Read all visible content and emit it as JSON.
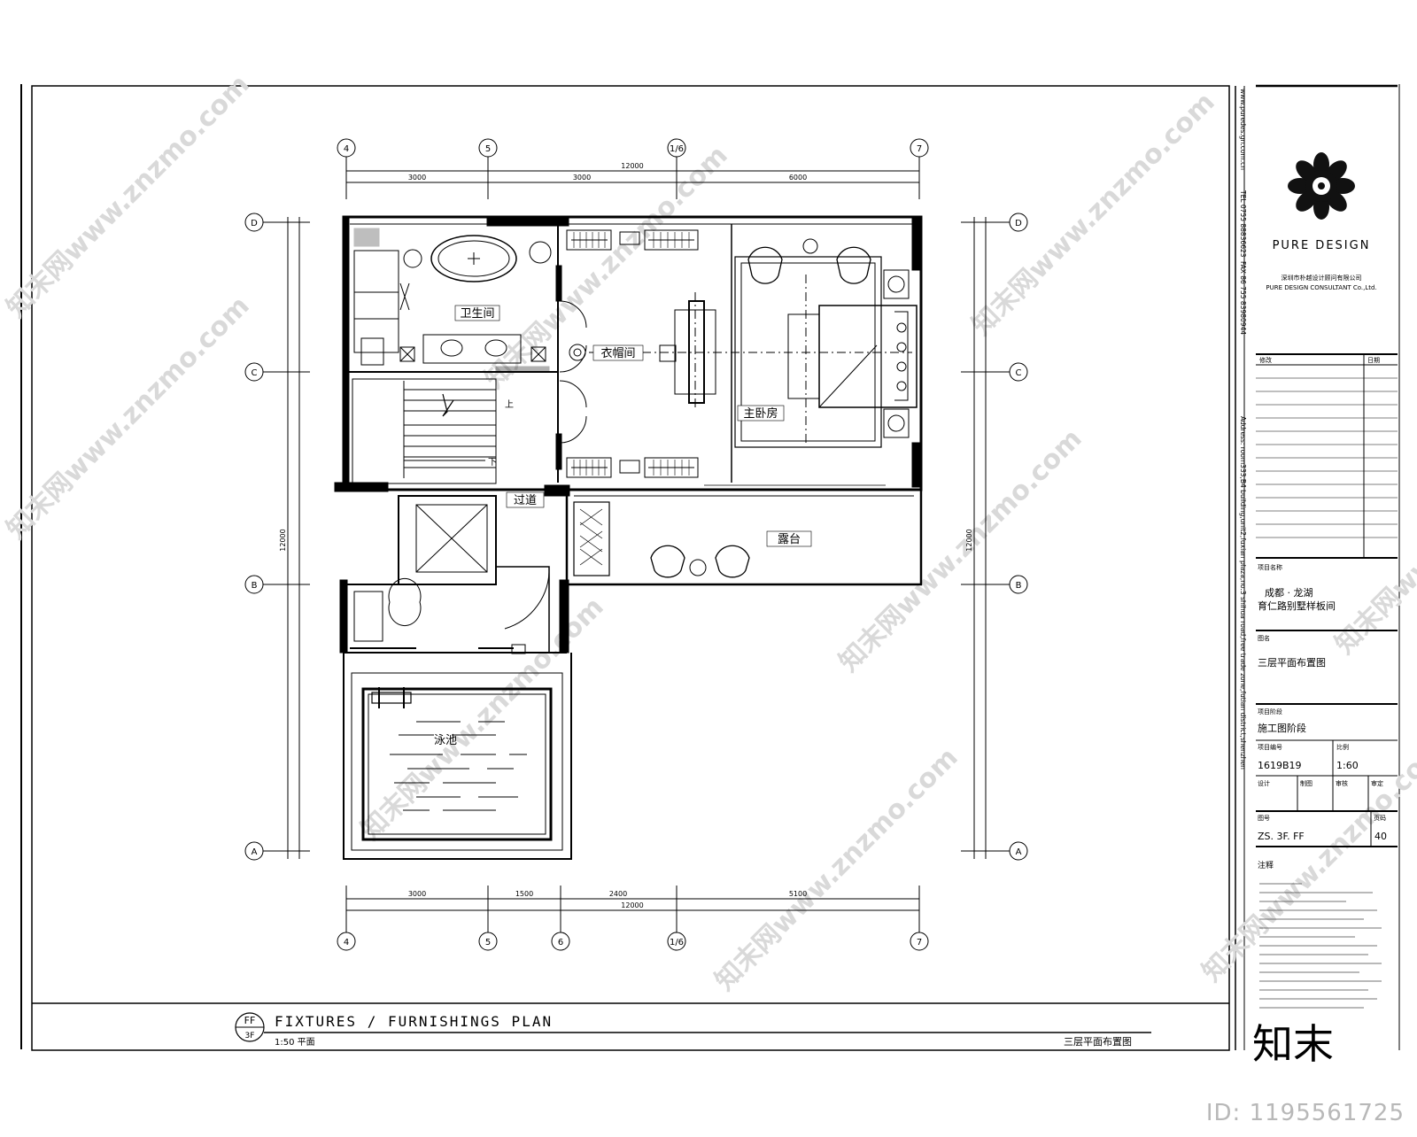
{
  "drawing": {
    "title_en": "FIXTURES / FURNISHINGS PLAN",
    "tag_top": "FF",
    "tag_bottom": "3F",
    "scale_note": "1:50 平面",
    "title_cn": "三层平面布置图"
  },
  "grid": {
    "top": [
      "4",
      "5",
      "1/6",
      "7"
    ],
    "bottom": [
      "4",
      "5",
      "6",
      "1/6",
      "7"
    ],
    "left": [
      "D",
      "C",
      "B",
      "A"
    ],
    "right": [
      "D",
      "C",
      "B",
      "A"
    ]
  },
  "dimensions": {
    "top_total": "12000",
    "top_segments": [
      "3000",
      "3000",
      "6000"
    ],
    "bottom_total": "12000",
    "bottom_segments": [
      "3000",
      "1500",
      "2400",
      "5100"
    ],
    "left_total": "12000",
    "right_total": "12000"
  },
  "rooms": {
    "bathroom": "卫生间",
    "closet": "衣帽间",
    "master_bedroom": "主卧房",
    "corridor": "过道",
    "terrace": "露台",
    "pool": "泳池",
    "stair_up": "上",
    "stair_down": "下"
  },
  "title_block": {
    "company_logo_text": "PURE DESIGN",
    "company_cn": "深圳市朴越设计顾问有限公司",
    "company_en": "PURE DESIGN CONSULTANT Co.,Ltd.",
    "contact": "TEL 0755 88836623",
    "fax": "FAX 86 755 83980944",
    "web": "www.puredes.gn.com.cn",
    "address_vertical": "Address: room333,B4 building,unit2,fuxian plaza,no.3 shihua road,free trade zone,futian district,shenzhen",
    "revision_header_left": "修改",
    "revision_header_right": "日期",
    "project_name_label": "项目名称",
    "project_name": "成都 · 龙湖\n育仁路别墅样板间",
    "drawing_name_label": "图名",
    "drawing_name": "三层平面布置图",
    "stage_label": "项目阶段",
    "stage": "施工图阶段",
    "project_no_label": "项目编号",
    "project_no": "1619B19",
    "scale_label": "比例",
    "scale": "1:60",
    "design_label": "设计",
    "draw_label": "制图",
    "check_label": "审核",
    "approve_label": "审定",
    "drawing_no_label": "图号",
    "drawing_no": "ZS. 3F. FF",
    "page_label": "页码",
    "page_no": "40",
    "notes_label": "注释"
  },
  "watermark": {
    "text": "知末网www.znzmo.com",
    "brand": "知末",
    "id": "ID: 1195561725"
  }
}
